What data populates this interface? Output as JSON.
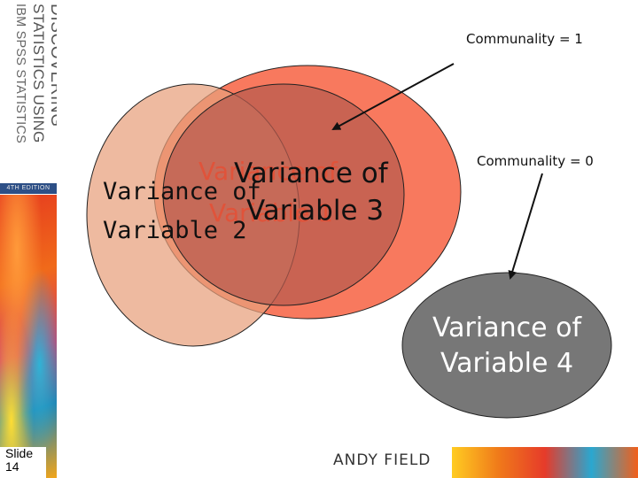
{
  "book": {
    "spine_lines": [
      "DISCOVERING",
      "STATISTICS USING",
      "IBM SPSS STATISTICS"
    ],
    "edition": "4TH EDITION",
    "author": "ANDY FIELD"
  },
  "slide": {
    "label": "Slide 14"
  },
  "diagram": {
    "circles": [
      {
        "name": "variable-1",
        "label": "Variance of Variable 1",
        "fill": "#f8795e",
        "opacity": 0.95
      },
      {
        "name": "variable-2",
        "label": "Variance of Variable 2",
        "fill": "#e8a07c",
        "opacity": 0.7
      },
      {
        "name": "variable-3",
        "label": "Variance of Variable 3",
        "fill": "#b75a4e",
        "opacity": 0.75
      },
      {
        "name": "variable-4",
        "label": "Variance of Variable 4",
        "fill": "#777777",
        "opacity": 1
      }
    ],
    "annotations": [
      {
        "name": "communality-1",
        "text": "Communality = 1"
      },
      {
        "name": "communality-0",
        "text": "Communality = 0"
      }
    ],
    "label_lines": {
      "v1_line1": "Variance of",
      "v1_line2": "Variable 1",
      "v2_line1": "Variance of",
      "v2_line2": "Variable 2",
      "v3_line1": "Variance of",
      "v3_line2": "Variable 3",
      "v4_line1": "Variance of",
      "v4_line2": "Variable 4"
    }
  }
}
